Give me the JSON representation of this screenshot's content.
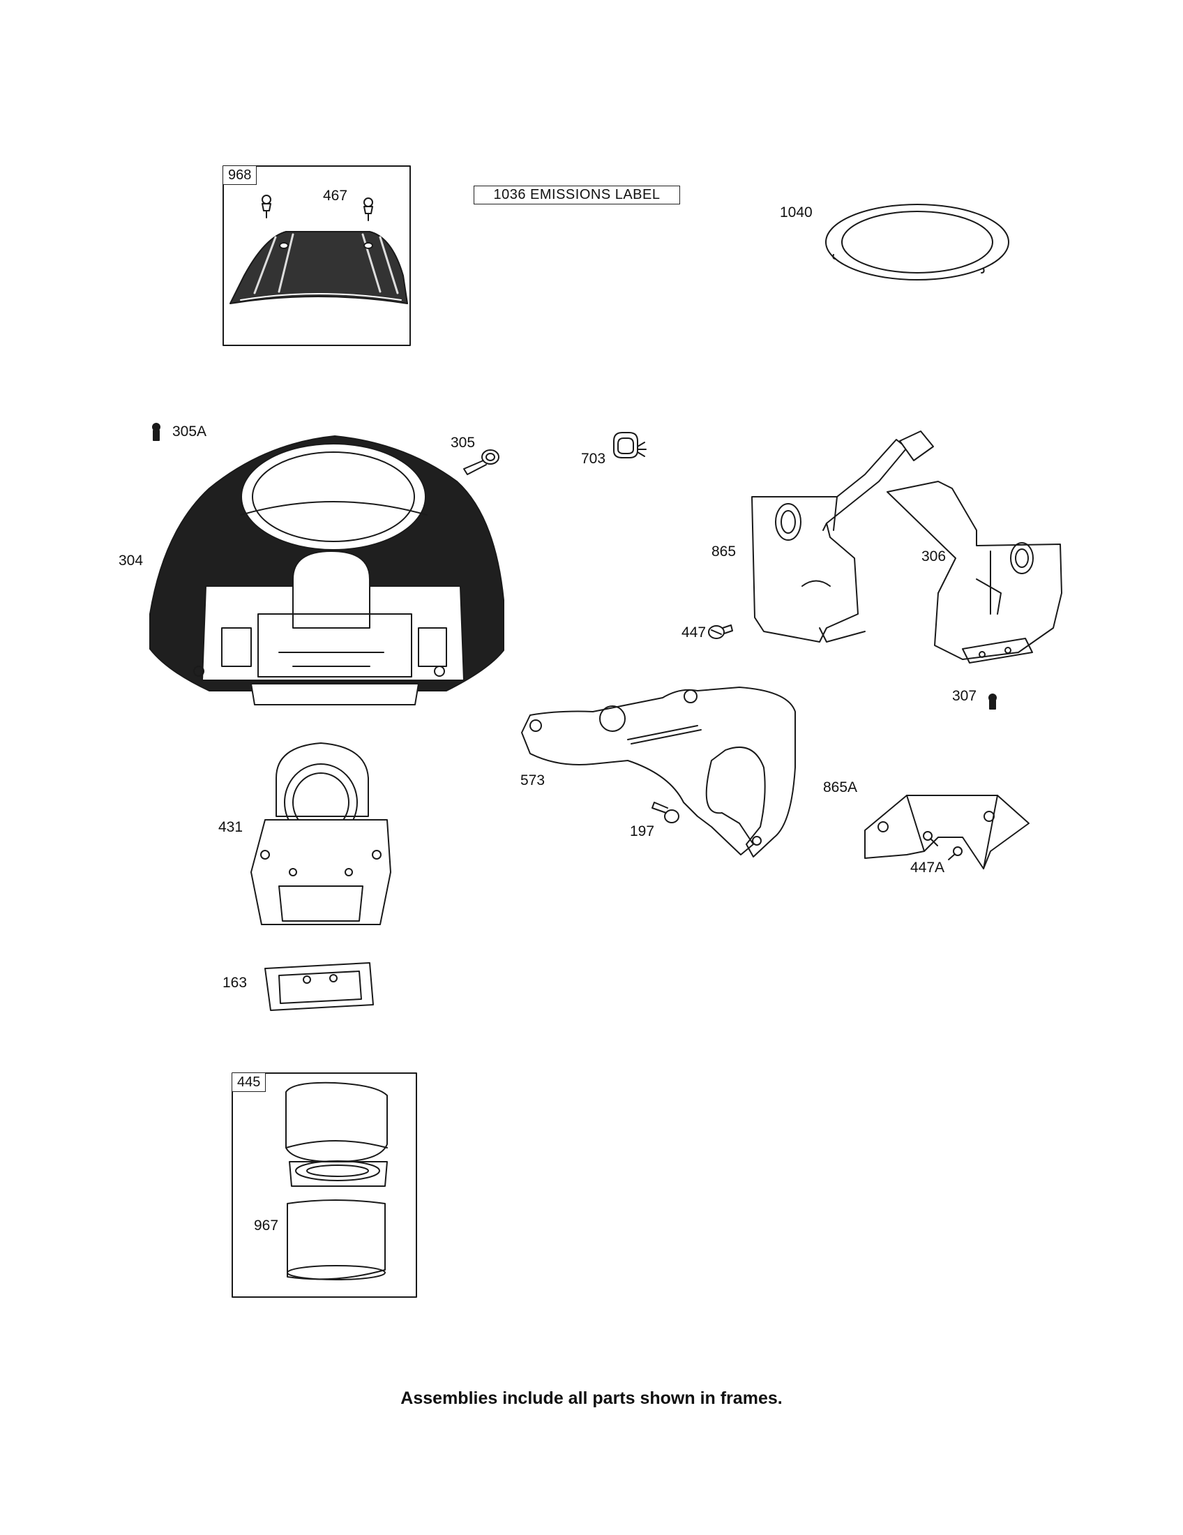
{
  "frames": {
    "f968": {
      "tag": "968"
    },
    "f445": {
      "tag": "445"
    }
  },
  "emissions_label": "1036 EMISSIONS LABEL",
  "callouts": {
    "c467": "467",
    "c1040": "1040",
    "c305A": "305A",
    "c305": "305",
    "c703": "703",
    "c304": "304",
    "c865": "865",
    "c306": "306",
    "c447": "447",
    "c307": "307",
    "c573": "573",
    "c865A": "865A",
    "c197": "197",
    "c447A": "447A",
    "c431": "431",
    "c163": "163",
    "c967": "967"
  },
  "footer_note": "Assemblies include all parts shown in frames."
}
